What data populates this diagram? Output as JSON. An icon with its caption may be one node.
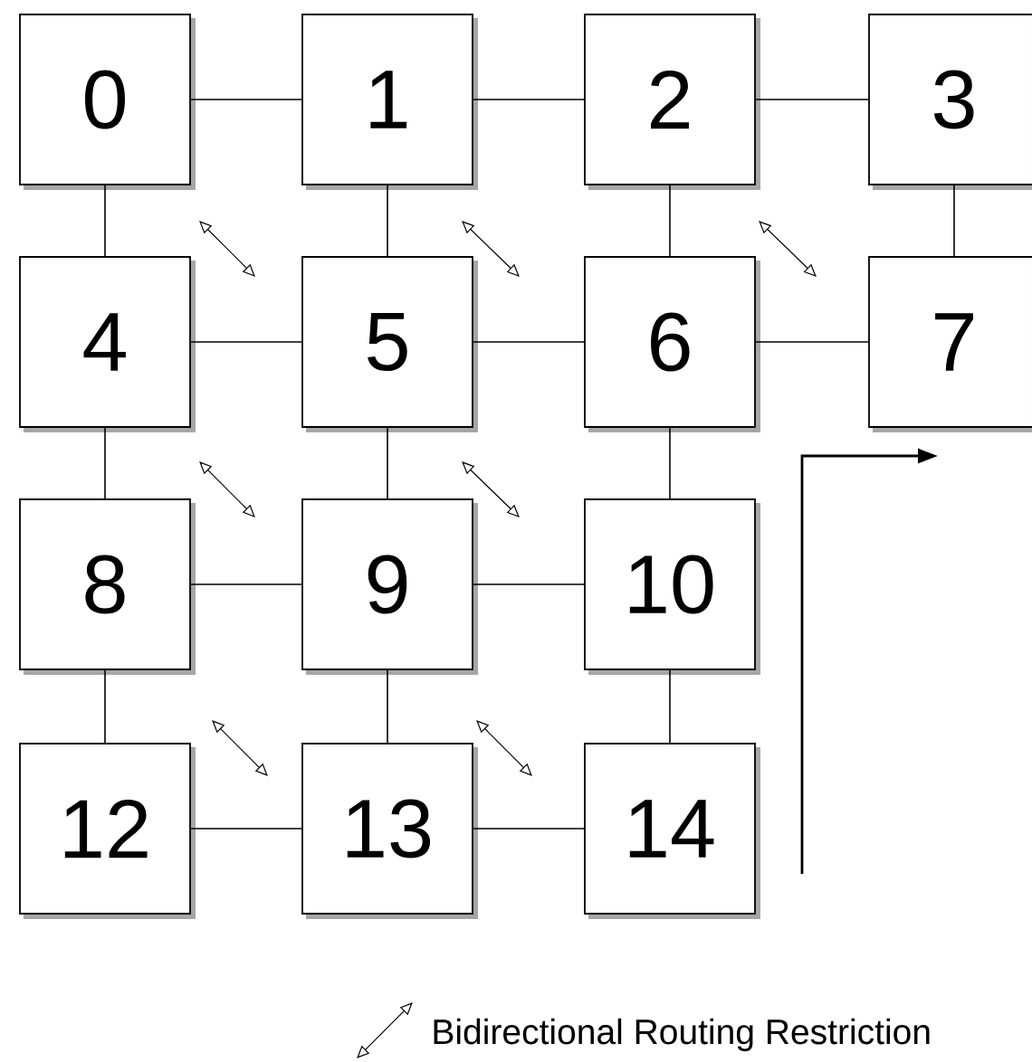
{
  "diagram": {
    "nodes": [
      {
        "text": [
          "0"
        ]
      },
      {
        "text": [
          "1"
        ]
      },
      {
        "text": [
          "2"
        ]
      },
      {
        "text": [
          "3"
        ]
      },
      {
        "text": [
          "4"
        ]
      },
      {
        "text": [
          "5"
        ]
      },
      {
        "text": [
          "6"
        ]
      },
      {
        "text": [
          "7"
        ]
      },
      {
        "text": [
          "8"
        ]
      },
      {
        "text": [
          "9"
        ]
      },
      {
        "text": [
          "10"
        ]
      },
      {
        "text": [
          "12"
        ]
      },
      {
        "text": [
          "13"
        ]
      },
      {
        "text": [
          "14"
        ]
      }
    ],
    "edges": [
      {
        "from": 0,
        "to": 1,
        "arrow": "none"
      },
      {
        "from": 1,
        "to": 2,
        "arrow": "none"
      },
      {
        "from": 2,
        "to": 3,
        "arrow": "none"
      },
      {
        "from": 0,
        "to": 4,
        "arrow": "none"
      },
      {
        "from": 1,
        "to": 5,
        "arrow": "none"
      },
      {
        "from": 2,
        "to": 6,
        "arrow": "none"
      },
      {
        "from": 3,
        "to": 7,
        "arrow": "none"
      },
      {
        "from": 4,
        "to": 5,
        "arrow": "none"
      },
      {
        "from": 5,
        "to": 6,
        "arrow": "none"
      },
      {
        "from": 6,
        "to": 7,
        "arrow": "none"
      },
      {
        "from": 4,
        "to": 8,
        "arrow": "none"
      },
      {
        "from": 5,
        "to": 9,
        "arrow": "none"
      },
      {
        "from": 6,
        "to": 10,
        "arrow": "none"
      },
      {
        "from": 8,
        "to": 9,
        "arrow": "none"
      },
      {
        "from": 9,
        "to": 10,
        "arrow": "none"
      },
      {
        "from": 8,
        "to": 11,
        "arrow": "none"
      },
      {
        "from": 9,
        "to": 12,
        "arrow": "none"
      },
      {
        "from": 10,
        "to": 13,
        "arrow": "none"
      },
      {
        "from": 11,
        "to": 12,
        "arrow": "none"
      },
      {
        "from": 12,
        "to": 13,
        "arrow": "none"
      }
    ],
    "legend": [
      {
        "text": "Bidirectional Routing Restriction"
      }
    ]
  }
}
